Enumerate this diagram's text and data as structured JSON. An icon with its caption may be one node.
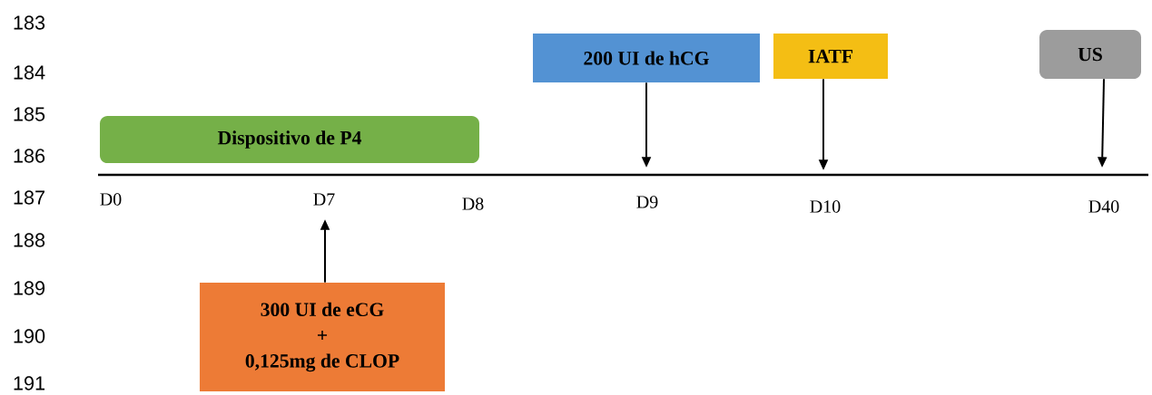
{
  "diagram": {
    "nodes": [
      {
        "text": [
          "Dispositivo de P4"
        ]
      },
      {
        "text": [
          "200 UI de hCG"
        ]
      },
      {
        "text": [
          "IATF"
        ]
      },
      {
        "text": [
          "US"
        ]
      },
      {
        "text": [
          "300 UI de eCG",
          "+",
          "0,125mg de CLOP"
        ]
      }
    ],
    "edges": [
      {
        "from": 1,
        "to": null,
        "arrow": "to"
      },
      {
        "from": 2,
        "to": null,
        "arrow": "to"
      },
      {
        "from": 3,
        "to": null,
        "arrow": "to"
      },
      {
        "from": 4,
        "to": null,
        "arrow": "to"
      }
    ],
    "labels": [
      "183",
      "184",
      "185",
      "186",
      "187",
      "D0",
      "D7",
      "D8",
      "D9",
      "D10",
      "D40",
      "188",
      "189",
      "190",
      "191"
    ]
  }
}
